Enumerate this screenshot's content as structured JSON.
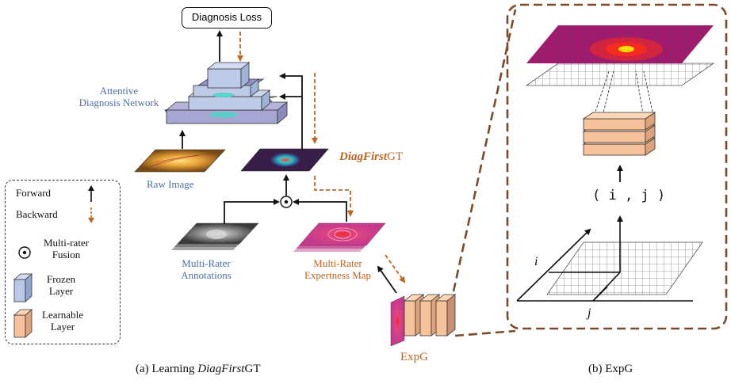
{
  "diagnosis_loss": "Diagnosis Loss",
  "attentive_network": [
    "Attentive",
    "Diagnosis Network"
  ],
  "raw_image": "Raw Image",
  "diagfirst_gt": {
    "italic": "DiagFirst",
    "plain": "GT"
  },
  "multi_rater_annotations": [
    "Multi-Rater",
    "Annotations"
  ],
  "multi_rater_expertness_map": [
    "Multi-Rater",
    "Expertness Map"
  ],
  "expg_label": "ExpG",
  "legend": {
    "forward": "Forward",
    "backward": "Backward",
    "fusion": [
      "Multi-rater",
      "Fusion"
    ],
    "frozen": [
      "Frozen",
      "Layer"
    ],
    "learnable": [
      "Learnable",
      "Layer"
    ]
  },
  "panel_b": {
    "coord": "( i , j )",
    "axis_i": "i",
    "axis_j": "j"
  },
  "captions": {
    "a_prefix": "(a) Learning ",
    "a_italic": "DiagFirst",
    "a_suffix": "GT",
    "b": "(b) ExpG"
  },
  "colors": {
    "frozen": "#b9c8e8",
    "learnable": "#f6c29c",
    "arrow_backward": "#c0651f",
    "panel_border": "#7a4a2a",
    "heat_purple": "#a01a6e"
  }
}
